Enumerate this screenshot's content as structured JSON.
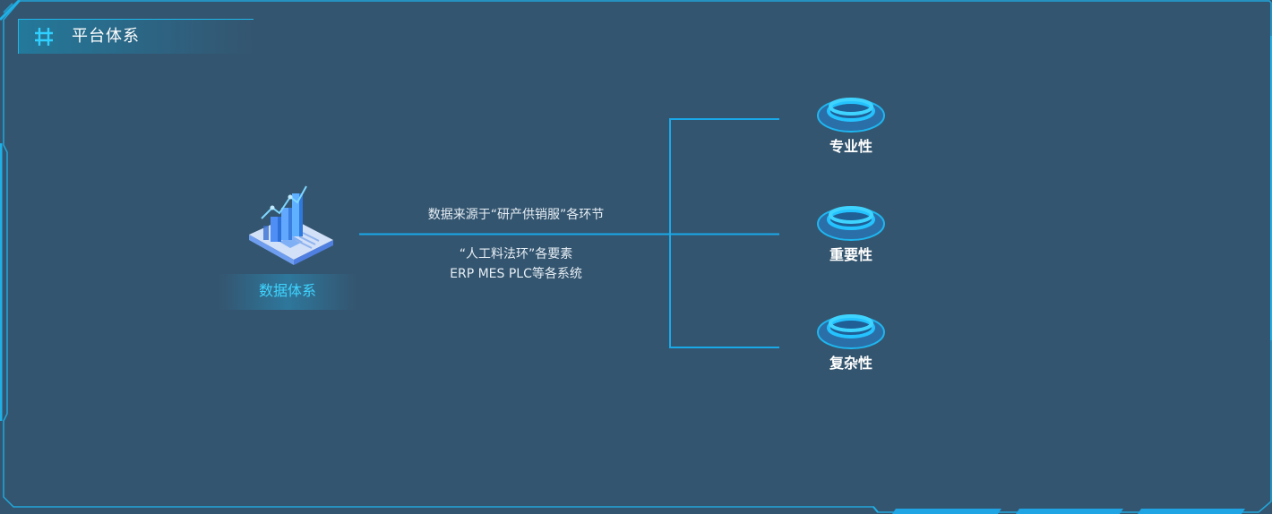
{
  "panel": {
    "title": "平台体系"
  },
  "source": {
    "label": "数据体系"
  },
  "description": {
    "line1": "数据来源于“研产供销服”各环节",
    "line2": "“人工料法环”各要素",
    "line3": "ERP MES PLC等各系统"
  },
  "targets": [
    {
      "label": "专业性"
    },
    {
      "label": "重要性"
    },
    {
      "label": "复杂性"
    }
  ],
  "colors": {
    "background": "#34556f",
    "accent": "#1fb6e8",
    "label_accent": "#3fd4ff",
    "connector": "#1aa9e8"
  },
  "icons": {
    "title": "grid-hash-icon",
    "source": "bar-chart-dashboard-icon",
    "target": "ring-disc-icon"
  }
}
